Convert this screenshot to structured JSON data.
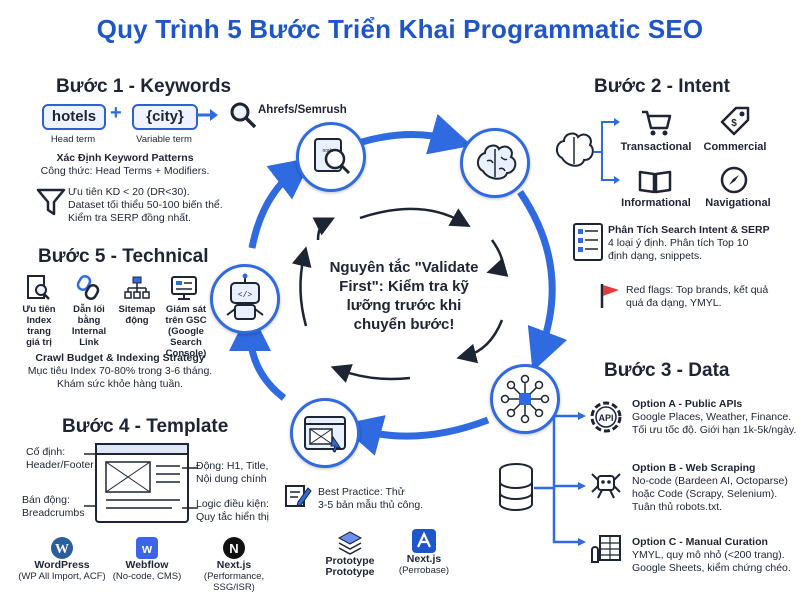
{
  "title": "Quy Trình 5 Bước Triển Khai Programmatic SEO",
  "center_text": "Nguyên tắc \"Validate First\": Kiểm tra kỹ lưỡng trước khi chuyển bước!",
  "colors": {
    "primary": "#1e56c8",
    "accent": "#2f6ae0",
    "red": "#e23b3b"
  },
  "step1": {
    "heading": "Bước 1 - Keywords",
    "head_term": "hotels",
    "plus": "+",
    "variable_term": "{city}",
    "head_caption": "Head term",
    "variable_caption": "Variable term",
    "tool": "Ahrefs/Semrush",
    "patterns_title": "Xác Định Keyword Patterns",
    "patterns_formula": "Công thức: Head Terms + Modifiers.",
    "filter_text": [
      "Ưu tiên KD < 20 (DR<30).",
      "Dataset tối thiểu 50-100 biến thể.",
      "Kiểm tra SERP đồng nhất."
    ],
    "node_label": "norle"
  },
  "step2": {
    "heading": "Bước 2 - Intent",
    "intents": [
      "Transactional",
      "Commercial",
      "Informational",
      "Navigational"
    ],
    "analysis_title": "Phân Tích Search Intent & SERP",
    "analysis_text": [
      "4 loại ý định. Phân tích Top 10",
      "định dạng, snippets."
    ],
    "redflag_text": [
      "Red flags: Top brands, kết quả",
      "quá đa dạng, YMYL."
    ]
  },
  "step3": {
    "heading": "Bước 3 - Data",
    "api_label": "API",
    "options": [
      {
        "title": "Option A - Public APIs",
        "lines": [
          "Google Places, Weather, Finance.",
          "Tối ưu tốc độ. Giới hạn 1k-5k/ngày."
        ]
      },
      {
        "title": "Option B - Web Scraping",
        "lines": [
          "No-code (Bardeen AI, Octoparse)",
          "hoặc Code (Scrapy, Selenium).",
          "Tuân thủ robots.txt."
        ]
      },
      {
        "title": "Option C - Manual Curation",
        "lines": [
          "YMYL, quy mô nhỏ (<200 trang).",
          "Google Sheets, kiểm chứng chéo."
        ]
      }
    ]
  },
  "step4": {
    "heading": "Bước 4 - Template",
    "fixed_label": "Cố định:",
    "fixed_value": "Header/Footer",
    "semi_label": "Bán động:",
    "semi_value": "Breadcrumbs",
    "dynamic_label": "Động: H1, Title,",
    "dynamic_value": "Nội dung chính",
    "logic_label": "Logic điều kiện:",
    "logic_value": "Quy tắc hiển thị",
    "best_practice": [
      "Best Practice: Thử",
      "3-5 bản mẫu thủ công."
    ],
    "tools": [
      {
        "name": "WordPress",
        "sub": "(WP All Import, ACF)"
      },
      {
        "name": "Webflow",
        "sub": "(No-code, CMS)"
      },
      {
        "name": "Next.js",
        "sub": "(Performance, SSG/ISR)"
      },
      {
        "name": "Prototype",
        "sub": "Prototype"
      },
      {
        "name": "Next.js",
        "sub": "(Perrobase)"
      }
    ]
  },
  "step5": {
    "heading": "Bước 5 - Technical",
    "items": [
      [
        "Ưu tiên",
        "Index trang",
        "giá trị"
      ],
      [
        "Dẫn lối",
        "bằng",
        "Internal",
        "Link"
      ],
      [
        "Sitemap",
        "động"
      ],
      [
        "Giám sát",
        "trên GSC",
        "(Google",
        "Search Console)"
      ]
    ],
    "crawl_title": "Crawl Budget & Indexing Strategy",
    "crawl_text": [
      "Mục tiêu Index 70-80% trong 3-6 tháng.",
      "Khám sức khỏe hàng tuần."
    ]
  }
}
